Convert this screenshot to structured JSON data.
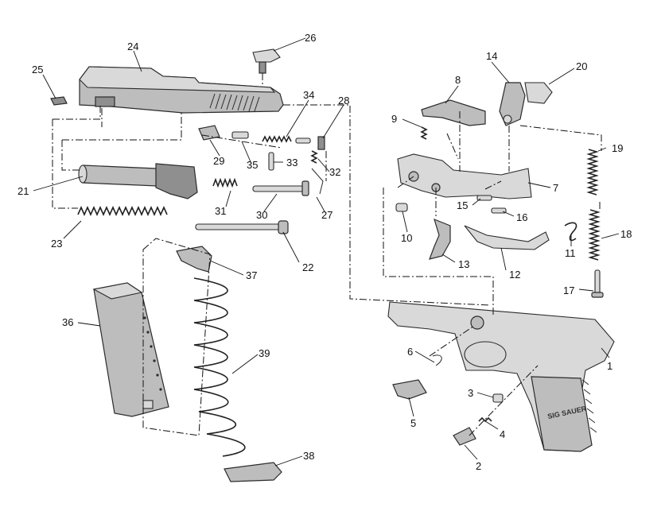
{
  "diagram": {
    "part_numbers": {
      "p1": "1",
      "p2": "2",
      "p3": "3",
      "p4": "4",
      "p5": "5",
      "p6": "6",
      "p7": "7",
      "p8": "8",
      "p9": "9",
      "p10": "10",
      "p11": "11",
      "p12": "12",
      "p13": "13",
      "p14": "14",
      "p15": "15",
      "p16": "16",
      "p17": "17",
      "p18": "18",
      "p19": "19",
      "p20": "20",
      "p21": "21",
      "p22": "22",
      "p23": "23",
      "p24": "24",
      "p25": "25",
      "p26": "26",
      "p27": "27",
      "p28": "28",
      "p29": "29",
      "p30": "30",
      "p31": "31",
      "p32": "32",
      "p33": "33",
      "p34": "34",
      "p35": "35",
      "p36": "36",
      "p37": "37",
      "p38": "38",
      "p39": "39"
    },
    "grip_logo": "SIG SAUER"
  }
}
